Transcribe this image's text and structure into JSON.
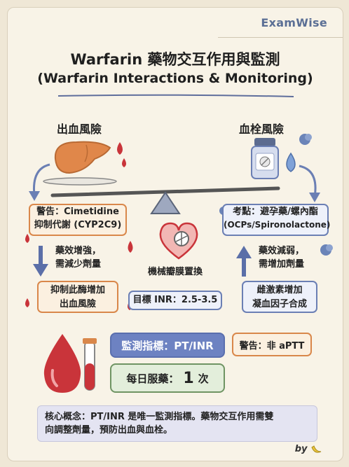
{
  "brand": "ExamWise",
  "title_zh": "Warfarin 藥物交互作用與監測",
  "title_en": "(Warfarin Interactions & Monitoring)",
  "bleeding": {
    "title": "出血風險",
    "warning_line1": "警告：Cimetidine",
    "warning_line2": "抑制代謝 (CYP2C9)",
    "effect_line1": "藥效增強，",
    "effect_line2": "需減少劑量",
    "result_line1": "抑制此酶增加",
    "result_line2": "出血風險"
  },
  "clotting": {
    "title": "血栓風險",
    "note_line1": "考點：避孕藥/螺內酯",
    "note_line2": "(OCPs/Spironolactone)",
    "effect_line1": "藥效減弱，",
    "effect_line2": "需增加劑量",
    "result_line1": "雌激素增加",
    "result_line2": "凝血因子合成"
  },
  "valve": {
    "label": "機械瓣膜置換",
    "target": "目標 INR：2.5-3.5"
  },
  "monitoring": {
    "label": "監測指標：PT/INR",
    "warning": "警告：非 aPTT",
    "daily_prefix": "每日服藥：",
    "daily_count": "1",
    "daily_suffix": "次"
  },
  "core": {
    "line1": "核心概念：PT/INR 是唯一監測指標。藥物交互作用需雙",
    "line2": "向調整劑量，預防出血與血栓。"
  },
  "signature": "by",
  "colors": {
    "orange": "#d9874a",
    "blue": "#6b7fb4",
    "blood": "#c9343a",
    "green": "#6f9463",
    "brand": "#5b6f95"
  }
}
